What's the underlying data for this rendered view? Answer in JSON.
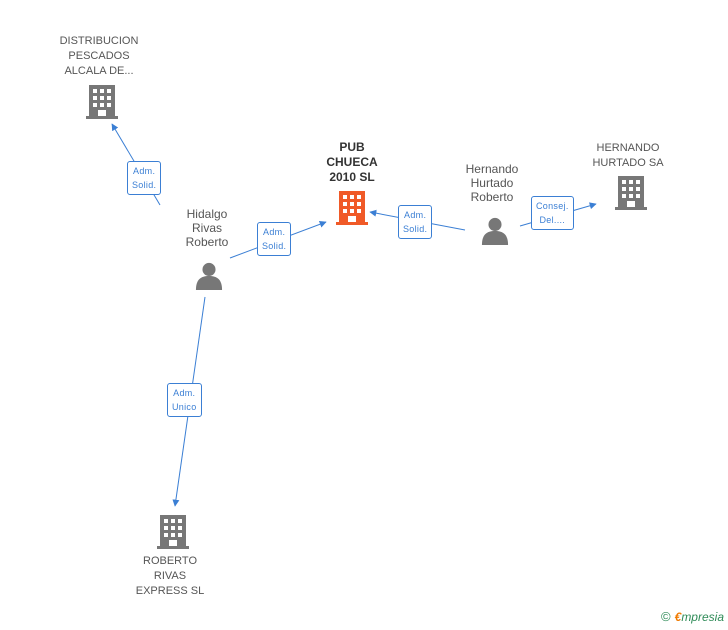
{
  "nodes": {
    "distribucion": {
      "lines": [
        "DISTRIBUCION",
        "PESCADOS",
        "ALCALA DE..."
      ],
      "icon": "building-icon",
      "color": "#777777"
    },
    "pub_chueca": {
      "lines": [
        "PUB",
        "CHUECA",
        "2010 SL"
      ],
      "icon": "building-icon",
      "color": "#f05a28"
    },
    "hernando_sa": {
      "lines": [
        "HERNANDO",
        "HURTADO SA"
      ],
      "icon": "building-icon",
      "color": "#777777"
    },
    "roberto_rivas_express": {
      "lines": [
        "ROBERTO",
        "RIVAS",
        "EXPRESS SL"
      ],
      "icon": "building-icon",
      "color": "#777777"
    },
    "hidalgo": {
      "lines": [
        "Hidalgo",
        "Rivas",
        "Roberto"
      ],
      "icon": "person-icon",
      "color": "#777777"
    },
    "hernando_person": {
      "lines": [
        "Hernando",
        "Hurtado",
        "Roberto"
      ],
      "icon": "person-icon",
      "color": "#777777"
    }
  },
  "edges": [
    {
      "from": "hidalgo",
      "to": "distribucion",
      "lines": [
        "Adm.",
        "Solid."
      ]
    },
    {
      "from": "hidalgo",
      "to": "pub_chueca",
      "lines": [
        "Adm.",
        "Solid."
      ]
    },
    {
      "from": "hernando_person",
      "to": "pub_chueca",
      "lines": [
        "Adm.",
        "Solid."
      ]
    },
    {
      "from": "hernando_person",
      "to": "hernando_sa",
      "lines": [
        "Consej.",
        "Del...."
      ]
    },
    {
      "from": "hidalgo",
      "to": "roberto_rivas_express",
      "lines": [
        "Adm.",
        "Unico"
      ]
    }
  ],
  "colors": {
    "edge": "#3b7fd4",
    "focus": "#f05a28",
    "node": "#777777"
  },
  "footer": {
    "copyright": "©",
    "brand_first": "€",
    "brand_rest": "mpresia"
  }
}
